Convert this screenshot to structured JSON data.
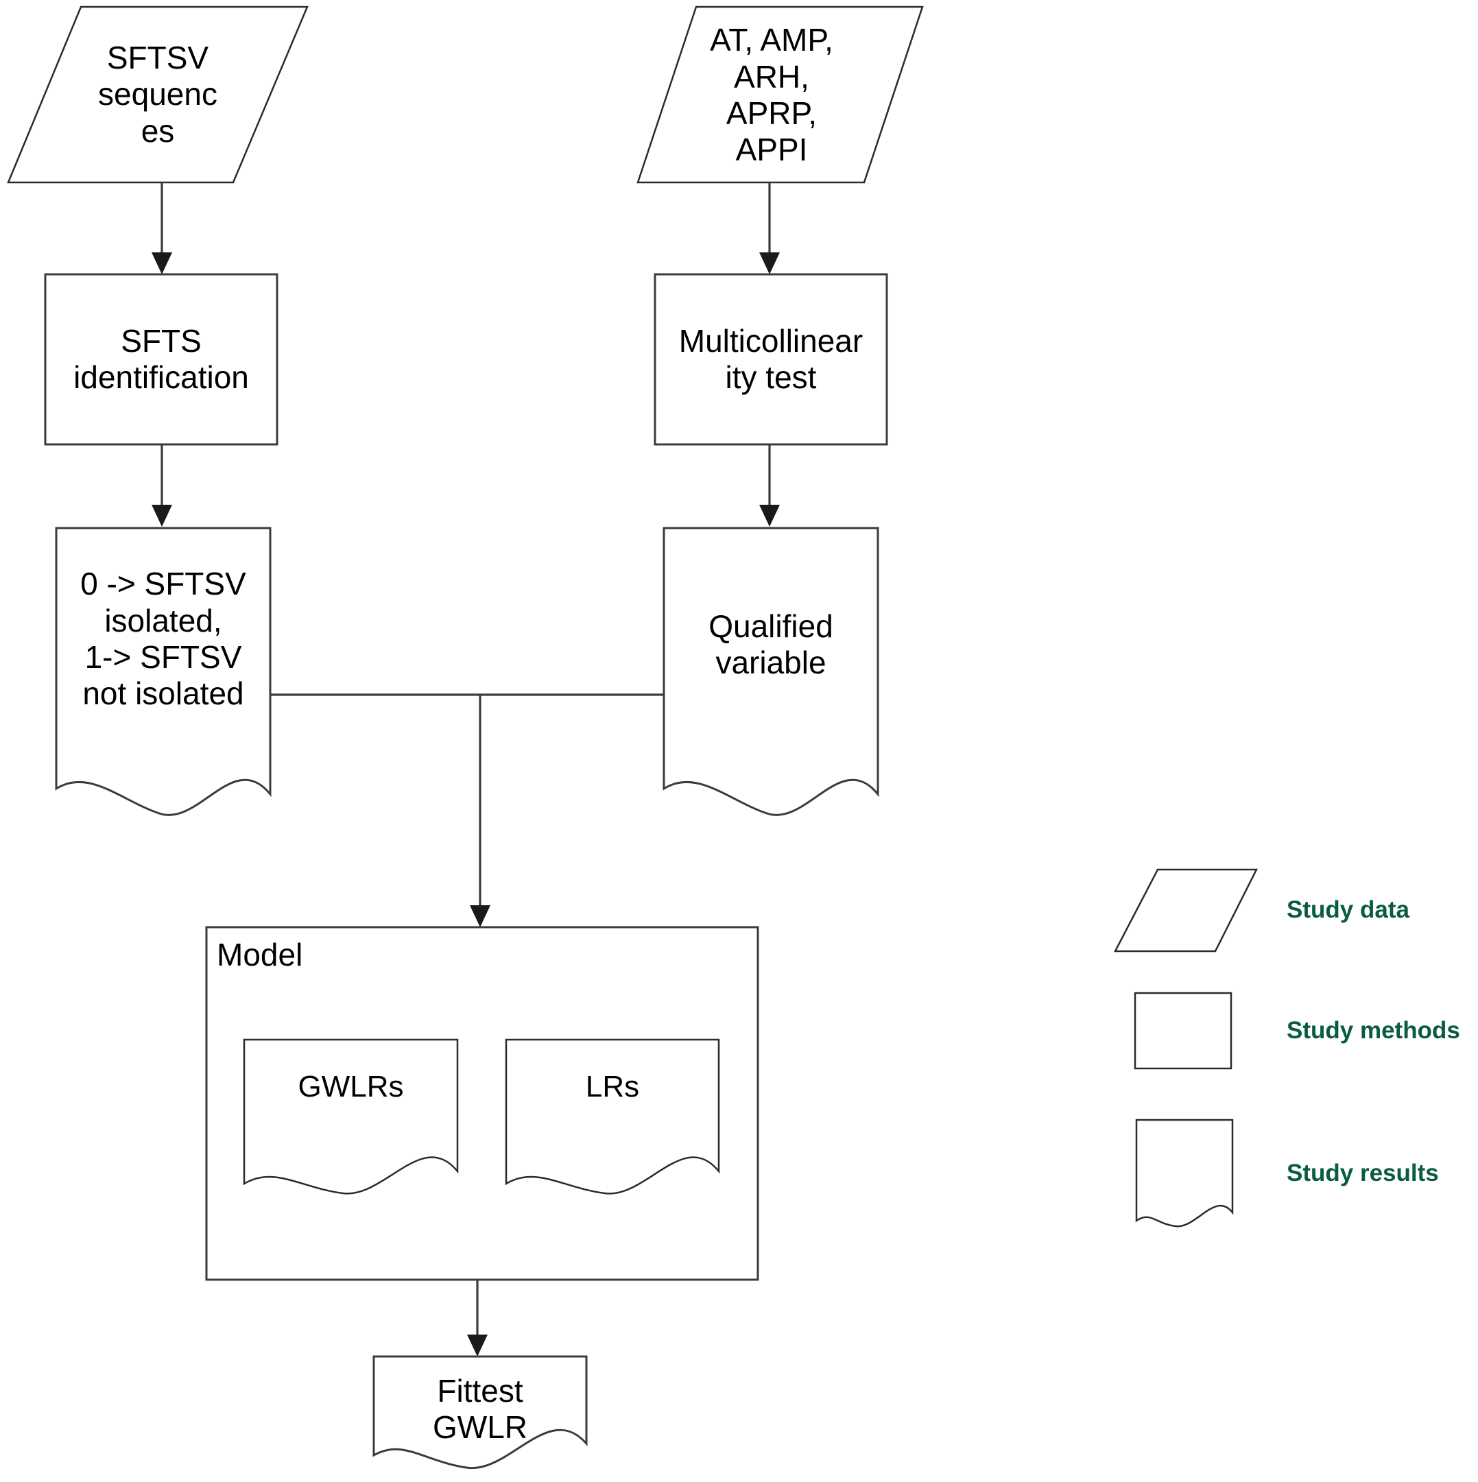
{
  "diagram": {
    "title": "SFTSV study workflow flowchart",
    "nodes": {
      "sftsv_sequences": "SFTSV\nsequenc\nes",
      "predictors": "AT, AMP,\nARH,\nAPRP,\nAPPI",
      "sfts_identification": "SFTS\nidentification",
      "multicollinearity_test": "Multicollinear\nity test",
      "coding_result": "0 -> SFTSV\nisolated,\n1-> SFTSV\nnot  isolated",
      "qualified_variable": "Qualified\nvariable",
      "model": "Model",
      "gwlrs": "GWLRs",
      "lrs": "LRs",
      "fittest_gwlr": "Fittest\nGWLR"
    }
  },
  "legend": {
    "items": [
      {
        "shape": "parallelogram",
        "label": "Study data"
      },
      {
        "shape": "rectangle",
        "label": "Study methods"
      },
      {
        "shape": "document",
        "label": "Study results"
      }
    ]
  },
  "colors": {
    "stroke": "#3b3b3b",
    "text": "#000000",
    "legend_text": "#0a5c40",
    "background": "#ffffff"
  }
}
